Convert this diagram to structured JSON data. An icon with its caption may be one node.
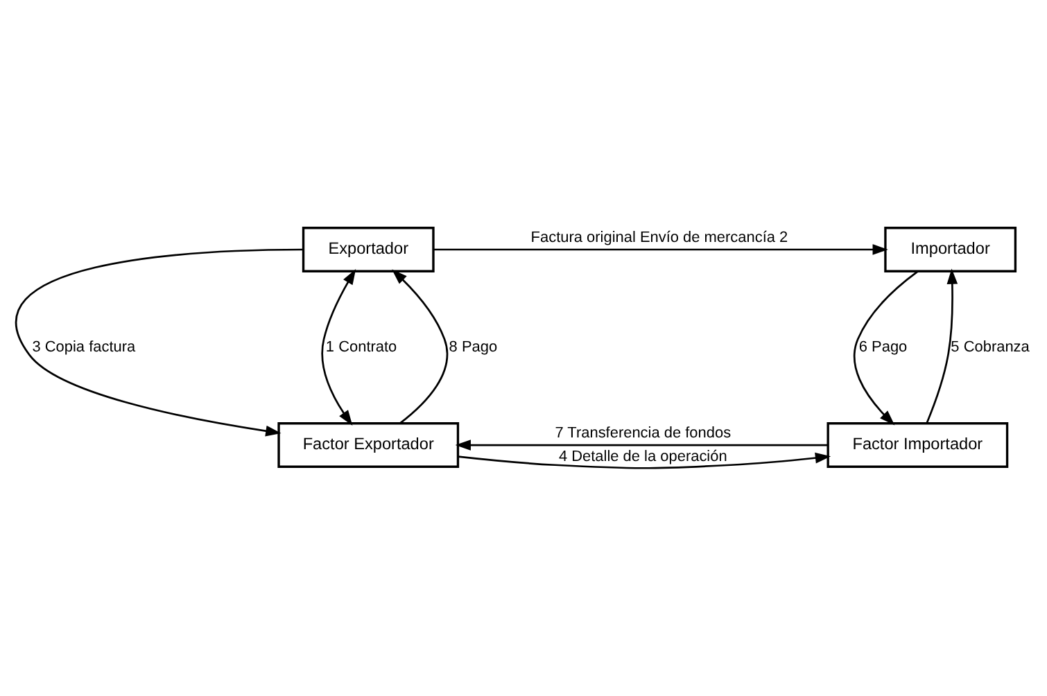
{
  "diagram": {
    "nodes": [
      {
        "text": [
          "Exportador"
        ]
      },
      {
        "text": [
          "Importador"
        ]
      },
      {
        "text": [
          "Factor Exportador"
        ]
      },
      {
        "text": [
          "Factor Importador"
        ]
      }
    ],
    "edges": [
      {
        "from": 0,
        "to": 1,
        "arrow": "to",
        "label": "Factura original Envío de mercancía 2"
      },
      {
        "from": 2,
        "to": 0,
        "arrow": "to",
        "label": "8 Pago"
      },
      {
        "from": 0,
        "to": 2,
        "arrow": "to",
        "label": "3 Copia factura"
      },
      {
        "from": 0,
        "to": 2,
        "arrow": "both",
        "label": "1 Contrato"
      },
      {
        "from": 3,
        "to": 1,
        "arrow": "to",
        "label": "5 Cobranza"
      },
      {
        "from": 1,
        "to": 3,
        "arrow": "to",
        "label": "6 Pago"
      },
      {
        "from": 2,
        "to": 3,
        "arrow": "to",
        "label": "4 Detalle de la operación"
      },
      {
        "from": 3,
        "to": 2,
        "arrow": "to",
        "label": "7 Transferencia de fondos"
      }
    ]
  }
}
